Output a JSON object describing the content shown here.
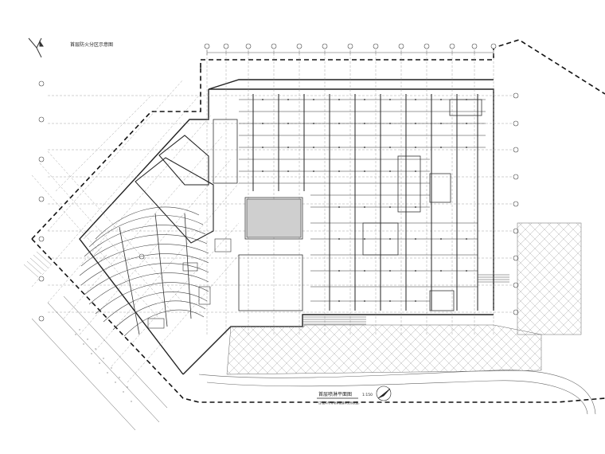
{
  "drawing": {
    "key_plan_title": "首层防火分区示意图",
    "plan_title": "首层喷淋平面图",
    "plan_scale": "1:150",
    "plan_note": "注:图中所有喷淋管道详见系统图。",
    "top_dimension_total": "",
    "colors": {
      "line": "#2a2a2a",
      "thin": "#6a6a6a",
      "hatch": "#9a9a9a",
      "fill": "#d6d6d6"
    }
  }
}
